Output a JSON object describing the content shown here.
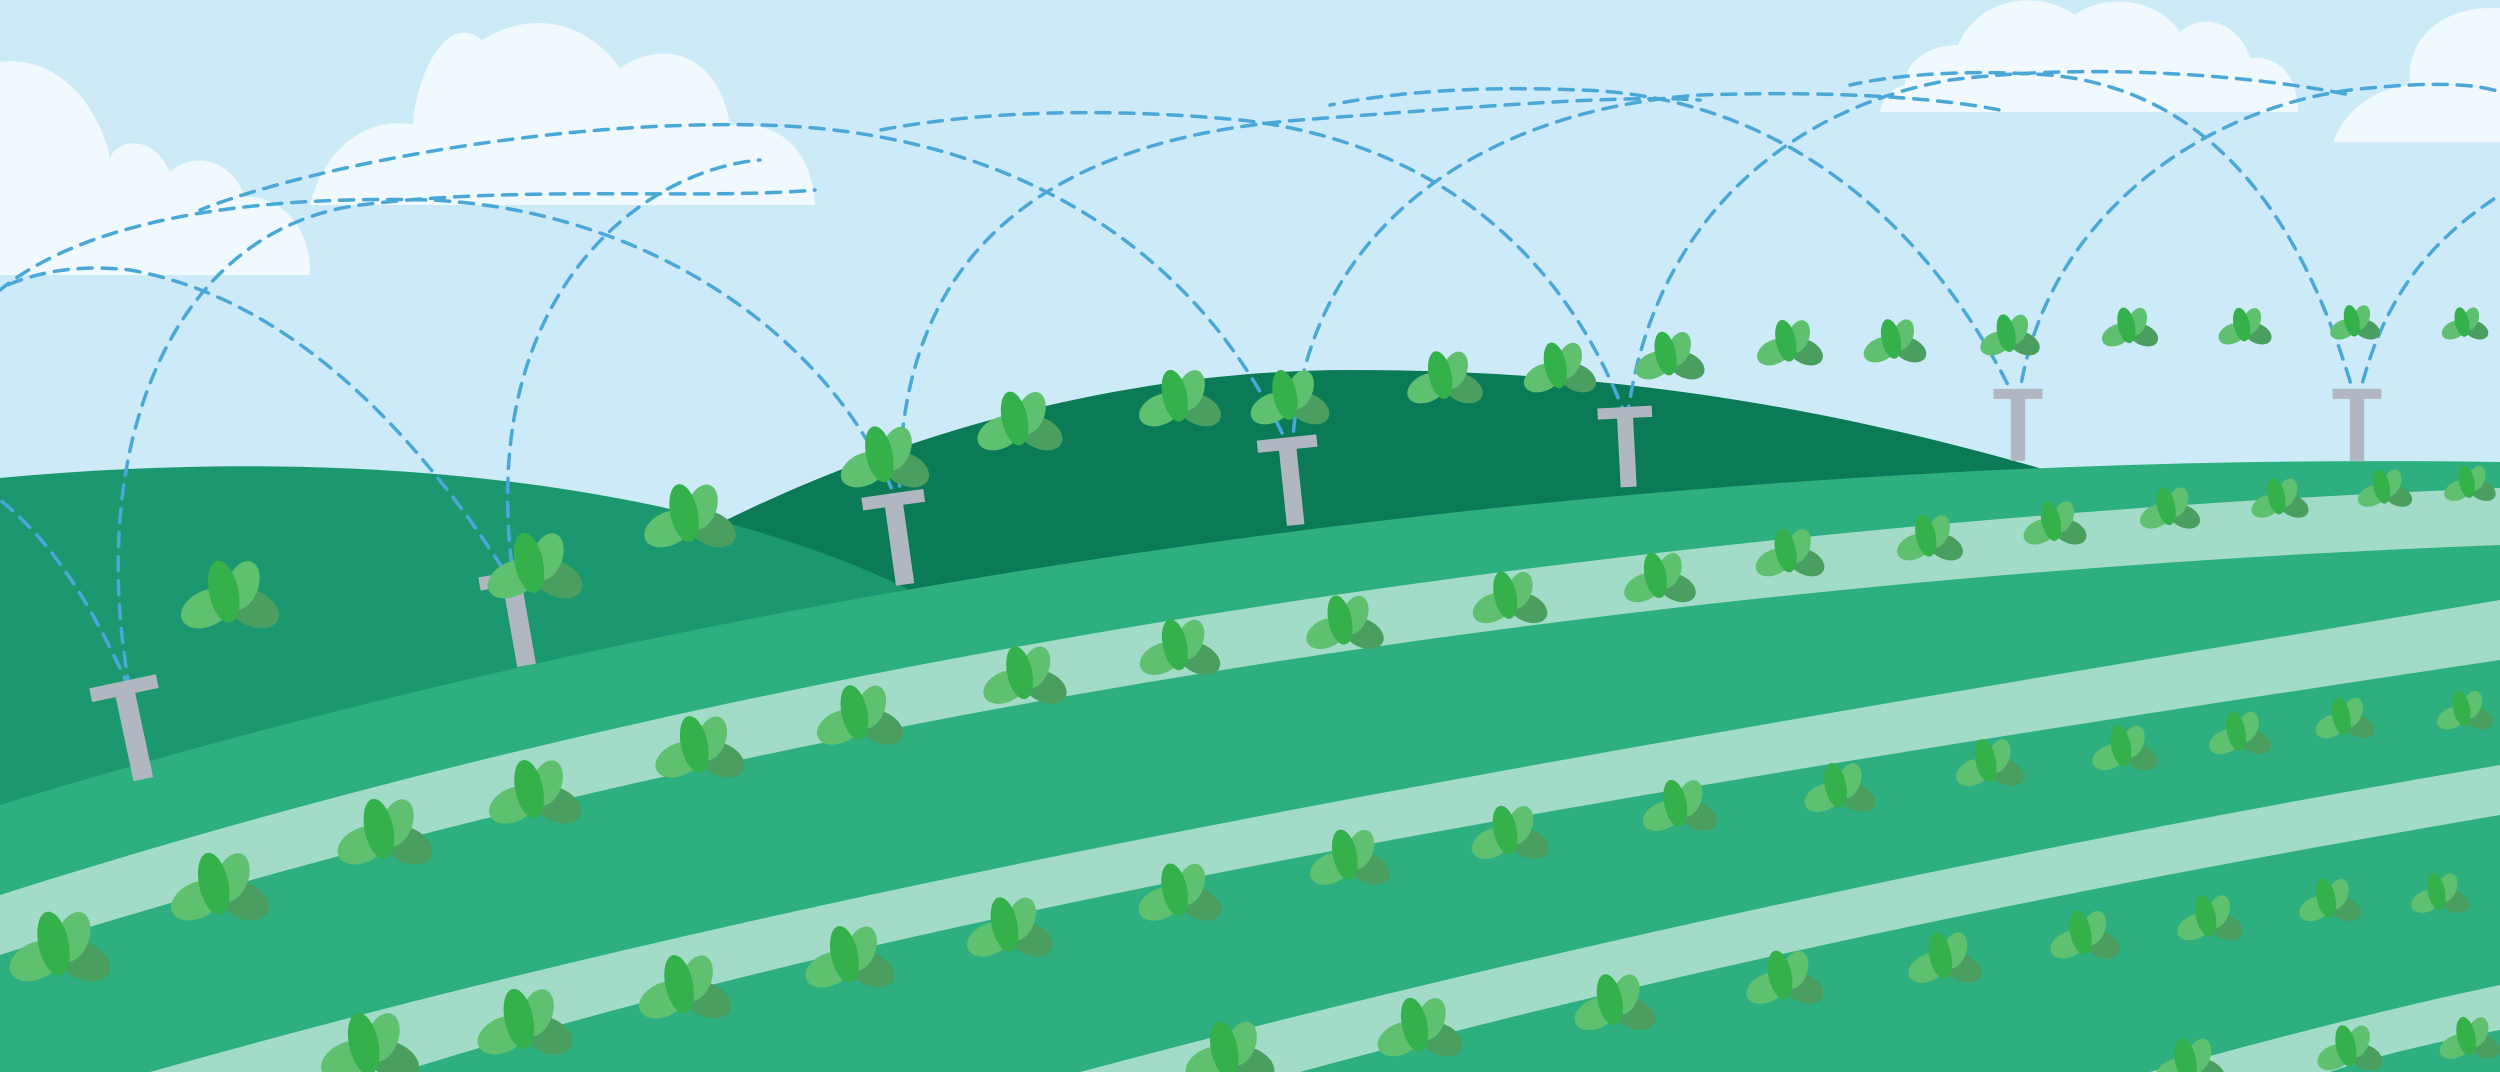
{
  "scene": {
    "subject": "farm-field-irrigation",
    "colors": {
      "sky": "#cdeaf8",
      "cloud": "#f0f9fe",
      "hill_far": "#0b7a57",
      "hill_left": "#1b9870",
      "field_dark": "#2daf7f",
      "field_light": "#a3dbc9",
      "sprinkler": "#b0b7c0",
      "water_arc": "#4aa8d8",
      "plant_dark": "#4a9e5f",
      "plant_mid": "#5fc16f",
      "plant_bright": "#35b14b"
    },
    "sprinkler_count": 7,
    "crop_rows": 4
  }
}
